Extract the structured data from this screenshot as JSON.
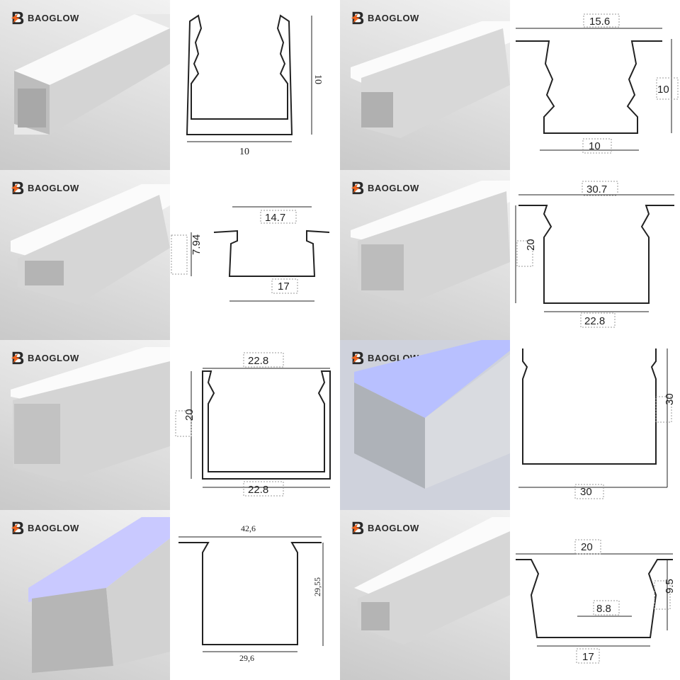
{
  "brand": {
    "name": "BAOGLOW",
    "colors": {
      "orange": "#f0651f",
      "dark": "#2a2a2a"
    }
  },
  "profiles": [
    {
      "dims": {
        "width": "10",
        "height": "10"
      }
    },
    {
      "dims": {
        "top": "15.6",
        "height": "10",
        "bottom": "10"
      }
    },
    {
      "dims": {
        "top": "14.7",
        "height": "7.94",
        "bottom": "17"
      }
    },
    {
      "dims": {
        "top": "30.7",
        "height": "20",
        "bottom": "22.8"
      }
    },
    {
      "dims": {
        "top": "22.8",
        "height": "20",
        "bottom": "22.8"
      }
    },
    {
      "dims": {
        "height": "30",
        "bottom": "30"
      }
    },
    {
      "dims": {
        "top": "42,6",
        "height": "29,55",
        "bottom": "29,6"
      }
    },
    {
      "dims": {
        "top": "20",
        "height": "9.5",
        "inner": "8.8",
        "bottom": "17"
      }
    }
  ]
}
